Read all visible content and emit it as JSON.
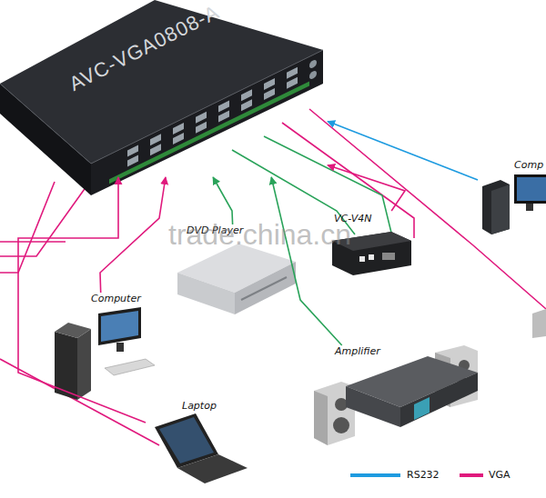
{
  "diagram": {
    "nodes": [
      {
        "text": [
          "AVC-VGA0808-A"
        ]
      },
      {
        "text": [
          "Comp"
        ]
      },
      {
        "text": [
          "VC-V4N"
        ]
      },
      {
        "text": [
          "DVD Player"
        ]
      },
      {
        "text": [
          "Computer"
        ]
      },
      {
        "text": [
          "Amplifier"
        ]
      },
      {
        "text": [
          "Laptop"
        ]
      }
    ],
    "edges": [
      {
        "from": 1,
        "to": 0,
        "arrow": "to"
      },
      {
        "from": 2,
        "to": 0,
        "arrow": "to"
      },
      {
        "from": 3,
        "to": 0,
        "arrow": "to"
      },
      {
        "from": 4,
        "to": 0,
        "arrow": "to"
      },
      {
        "from": 5,
        "to": 0,
        "arrow": "to"
      },
      {
        "from": 6,
        "to": 0,
        "arrow": "to"
      }
    ],
    "labels": [
      "trade.china.cn"
    ],
    "legend": [
      {
        "text": "RS232",
        "color": "#1e9be0"
      },
      {
        "text": "VGA",
        "color": "#e0197d"
      }
    ]
  }
}
